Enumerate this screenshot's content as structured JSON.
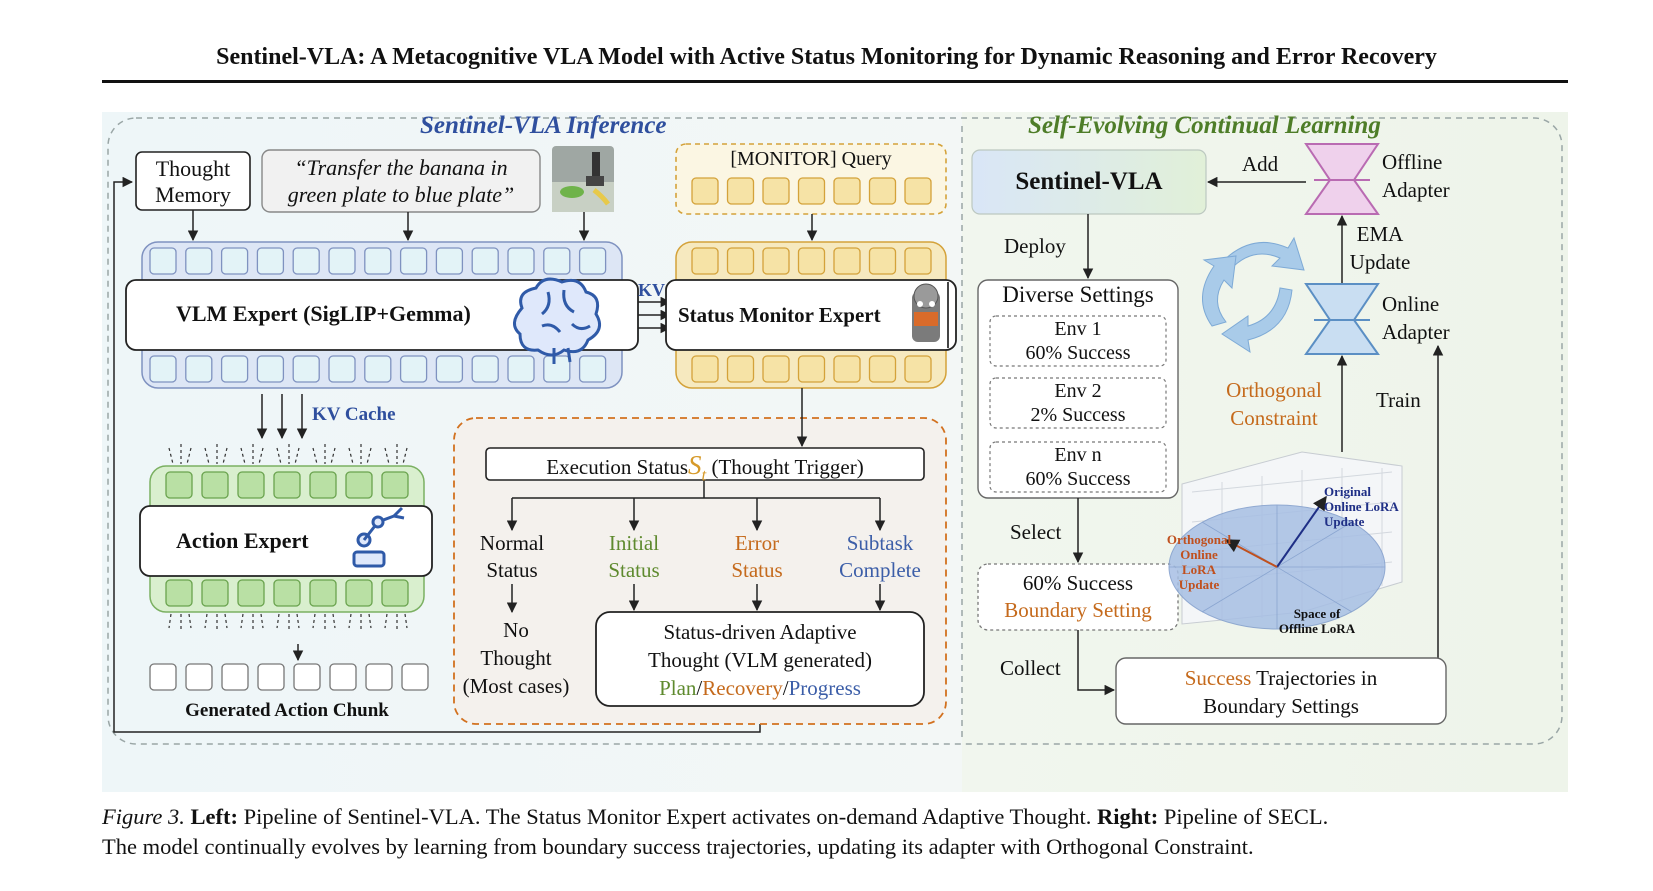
{
  "header": {
    "title": "Sentinel-VLA: A Metacognitive VLA Model with Active Status Monitoring for Dynamic Reasoning and Error Recovery"
  },
  "colors": {
    "blue_heading": "#2f4f9e",
    "green_heading": "#4e7d28",
    "orange": "#c56a1c",
    "green_text": "#5e8a2e",
    "blue_text": "#3c5ea8"
  },
  "inference": {
    "heading": "Sentinel-VLA Inference",
    "thought_memory": [
      "Thought",
      "Memory"
    ],
    "instruction": [
      "“Transfer the banana in",
      "green plate to blue plate”"
    ],
    "monitor_query": "[MONITOR] Query",
    "vlm_expert": "VLM Expert (SigLIP+Gemma)",
    "kv_label": "KV",
    "status_monitor_expert": "Status Monitor Expert",
    "kv_cache": "KV Cache",
    "action_expert": "Action Expert",
    "generated_chunk": "Generated Action Chunk",
    "exec_status": "Execution Status",
    "exec_symbol": "S",
    "exec_subscript": "t",
    "thought_trigger": "(Thought Trigger)",
    "normal_status": [
      "Normal",
      "Status"
    ],
    "initial_status": [
      "Initial",
      "Status"
    ],
    "error_status": [
      "Error",
      "Status"
    ],
    "subtask_complete": [
      "Subtask",
      "Complete"
    ],
    "no_thought": [
      "No",
      "Thought",
      "(Most cases)"
    ],
    "adaptive_thought": [
      "Status-driven Adaptive",
      "Thought (VLM generated)"
    ],
    "plan": "Plan",
    "slash": "/",
    "recovery": "Recovery",
    "progress": "Progress"
  },
  "secl": {
    "heading": "Self-Evolving Continual Learning",
    "sentinel_vla": "Sentinel-VLA",
    "add": "Add",
    "offline_adapter": [
      "Offline",
      "Adapter"
    ],
    "ema_update": [
      "EMA",
      "Update"
    ],
    "online_adapter": [
      "Online",
      "Adapter"
    ],
    "deploy": "Deploy",
    "diverse_settings": "Diverse Settings",
    "envs": [
      {
        "name": "Env 1",
        "success": "60% Success"
      },
      {
        "name": "Env 2",
        "success": "2% Success"
      },
      {
        "name": "Env n",
        "success": "60% Success"
      }
    ],
    "orthogonal_constraint": [
      "Orthogonal",
      "Constraint"
    ],
    "train": "Train",
    "select": "Select",
    "boundary_success": "60% Success",
    "boundary_setting": "Boundary Setting",
    "collect": "Collect",
    "traj_success": "Success",
    "traj_rest": " Trajectories in",
    "traj_line2": "Boundary Settings",
    "original_lora": [
      "Original",
      "Online LoRA",
      "Update"
    ],
    "orth_lora": [
      "Orthogonal",
      "Online",
      "LoRA",
      "Update"
    ],
    "space_offline": [
      "Space of",
      "Offline LoRA"
    ]
  },
  "caption": {
    "figure": "Figure 3.",
    "left_label": "Left:",
    "left_text": " Pipeline of Sentinel-VLA. The Status Monitor Expert activates on-demand Adaptive Thought. ",
    "right_label": "Right:",
    "right_text": " Pipeline of SECL.",
    "line2": "The model continually evolves by learning from boundary success trajectories, updating its adapter with Orthogonal Constraint."
  }
}
